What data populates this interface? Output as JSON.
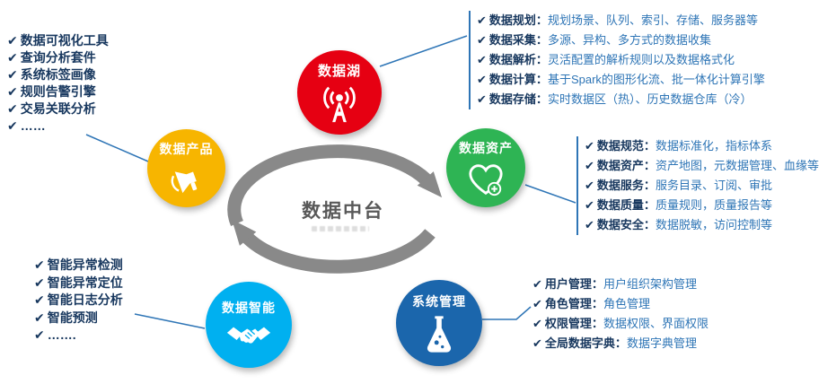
{
  "center": {
    "title": "数据中台"
  },
  "glyphs": {
    "check": "✔",
    "separator": "："
  },
  "nodes": {
    "lake": {
      "label": "数据湖",
      "color": "#e60012",
      "icon": "broadcast-icon"
    },
    "product": {
      "label": "数据产品",
      "color": "#f7b500",
      "icon": "megaphone-icon"
    },
    "asset": {
      "label": "数据资产",
      "color": "#2eb454",
      "icon": "heart-plus-icon"
    },
    "intelligence": {
      "label": "数据智能",
      "color": "#00b0f0",
      "icon": "handshake-icon"
    },
    "system": {
      "label": "系统管理",
      "color": "#1b66ac",
      "icon": "flask-icon"
    }
  },
  "lists": {
    "product_features": {
      "items": [
        "数据可视化工具",
        "查询分析套件",
        "系统标签画像",
        "规则告警引擎",
        "交易关联分析",
        "……"
      ]
    },
    "lake_features": {
      "items": [
        {
          "label": "数据规划",
          "desc": "规划场景、队列、索引、存储、服务器等"
        },
        {
          "label": "数据采集",
          "desc": "多源、异构、多方式的数据收集"
        },
        {
          "label": "数据解析",
          "desc": "灵活配置的解析规则以及数据格式化"
        },
        {
          "label": "数据计算",
          "desc": "基于Spark的图形化流、批一体化计算引擎"
        },
        {
          "label": "数据存储",
          "desc": "实时数据区（热）、历史数据仓库（冷）"
        }
      ]
    },
    "asset_features": {
      "items": [
        {
          "label": "数据规范",
          "desc": "数据标准化，指标体系"
        },
        {
          "label": "数据资产",
          "desc": "资产地图，元数据管理、血缘等"
        },
        {
          "label": "数据服务",
          "desc": "服务目录、订阅、审批"
        },
        {
          "label": "数据质量",
          "desc": "质量规则，质量报告等"
        },
        {
          "label": "数据安全",
          "desc": "数据脱敏，访问控制等"
        }
      ]
    },
    "intelligence_features": {
      "items": [
        "智能异常检测",
        "智能异常定位",
        "智能日志分析",
        "智能预测",
        "……."
      ]
    },
    "system_features": {
      "items": [
        {
          "label": "用户管理",
          "desc": "用户组织架构管理"
        },
        {
          "label": "角色管理",
          "desc": "角色管理"
        },
        {
          "label": "权限管理",
          "desc": "数据权限、界面权限"
        },
        {
          "label": "全局数据字典",
          "desc": "数据字典管理"
        }
      ]
    }
  },
  "colors": {
    "label_navy": "#17375e",
    "desc_blue": "#2e75b6",
    "connector_blue": "#2e75b6",
    "cycle_gray": "#898989",
    "center_text": "#595959"
  }
}
